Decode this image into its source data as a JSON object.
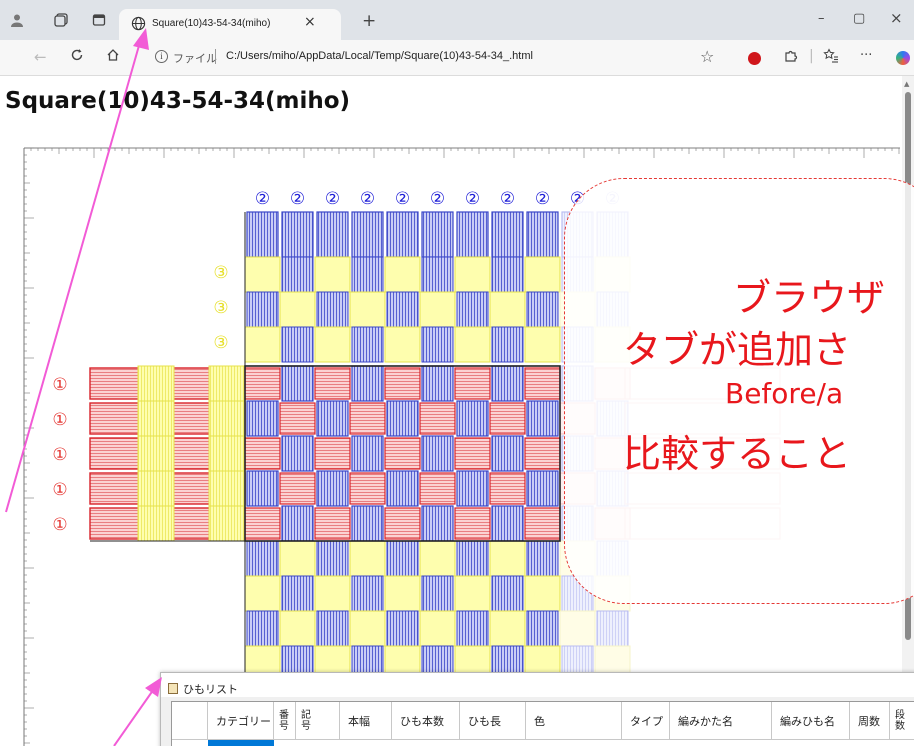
{
  "browser": {
    "tab": {
      "title": "Square(10)43-54-34(miho)",
      "close": "×",
      "new_tab": "+"
    },
    "window": {
      "minimize": "–",
      "maximize": "▢",
      "close": "×"
    },
    "address": {
      "label": "ファイル",
      "url": "C:/Users/miho/AppData/Local/Temp/Square(10)43-54-34_.html"
    },
    "icons": [
      "profile-icon",
      "collections-icon",
      "tab-actions-icon",
      "globe-icon",
      "back-icon",
      "refresh-icon",
      "home-icon",
      "info-icon",
      "favorite-star-icon",
      "extension-icon",
      "puzzle-icon",
      "favorites-icon",
      "more-icon",
      "copilot-icon"
    ]
  },
  "page": {
    "title": "Square(10)43-54-34(miho)"
  },
  "diagram": {
    "top_numbers": [
      "②",
      "②",
      "②",
      "②",
      "②",
      "②",
      "②",
      "②",
      "②",
      "②",
      "②"
    ],
    "side_numbers": [
      "③",
      "③",
      "③"
    ],
    "left_numbers": [
      "①",
      "①",
      "①",
      "①",
      "①"
    ],
    "colors": {
      "blue": "#3a45c8",
      "blue_fill": "#a8aff0",
      "yellow": "#fefeae",
      "yellow_line": "#e7e24a",
      "red": "#d8232a",
      "red_fill": "#f6a9aa",
      "number_blue": "#2121d8",
      "number_yellow": "#e7e02a",
      "number_red": "#e53935"
    }
  },
  "callout": {
    "lines": [
      "ブラウザ",
      "タブが追加さ",
      "Before/a",
      "比較すること"
    ]
  },
  "sublist": {
    "title": "ひもリスト",
    "columns": [
      "カテゴリー",
      "番号",
      "記号",
      "本幅",
      "ひも本数",
      "ひも長",
      "色",
      "タイプ",
      "編みかた名",
      "編みひも名",
      "周数",
      "段数"
    ]
  },
  "annotation_color": "#f25bd6"
}
